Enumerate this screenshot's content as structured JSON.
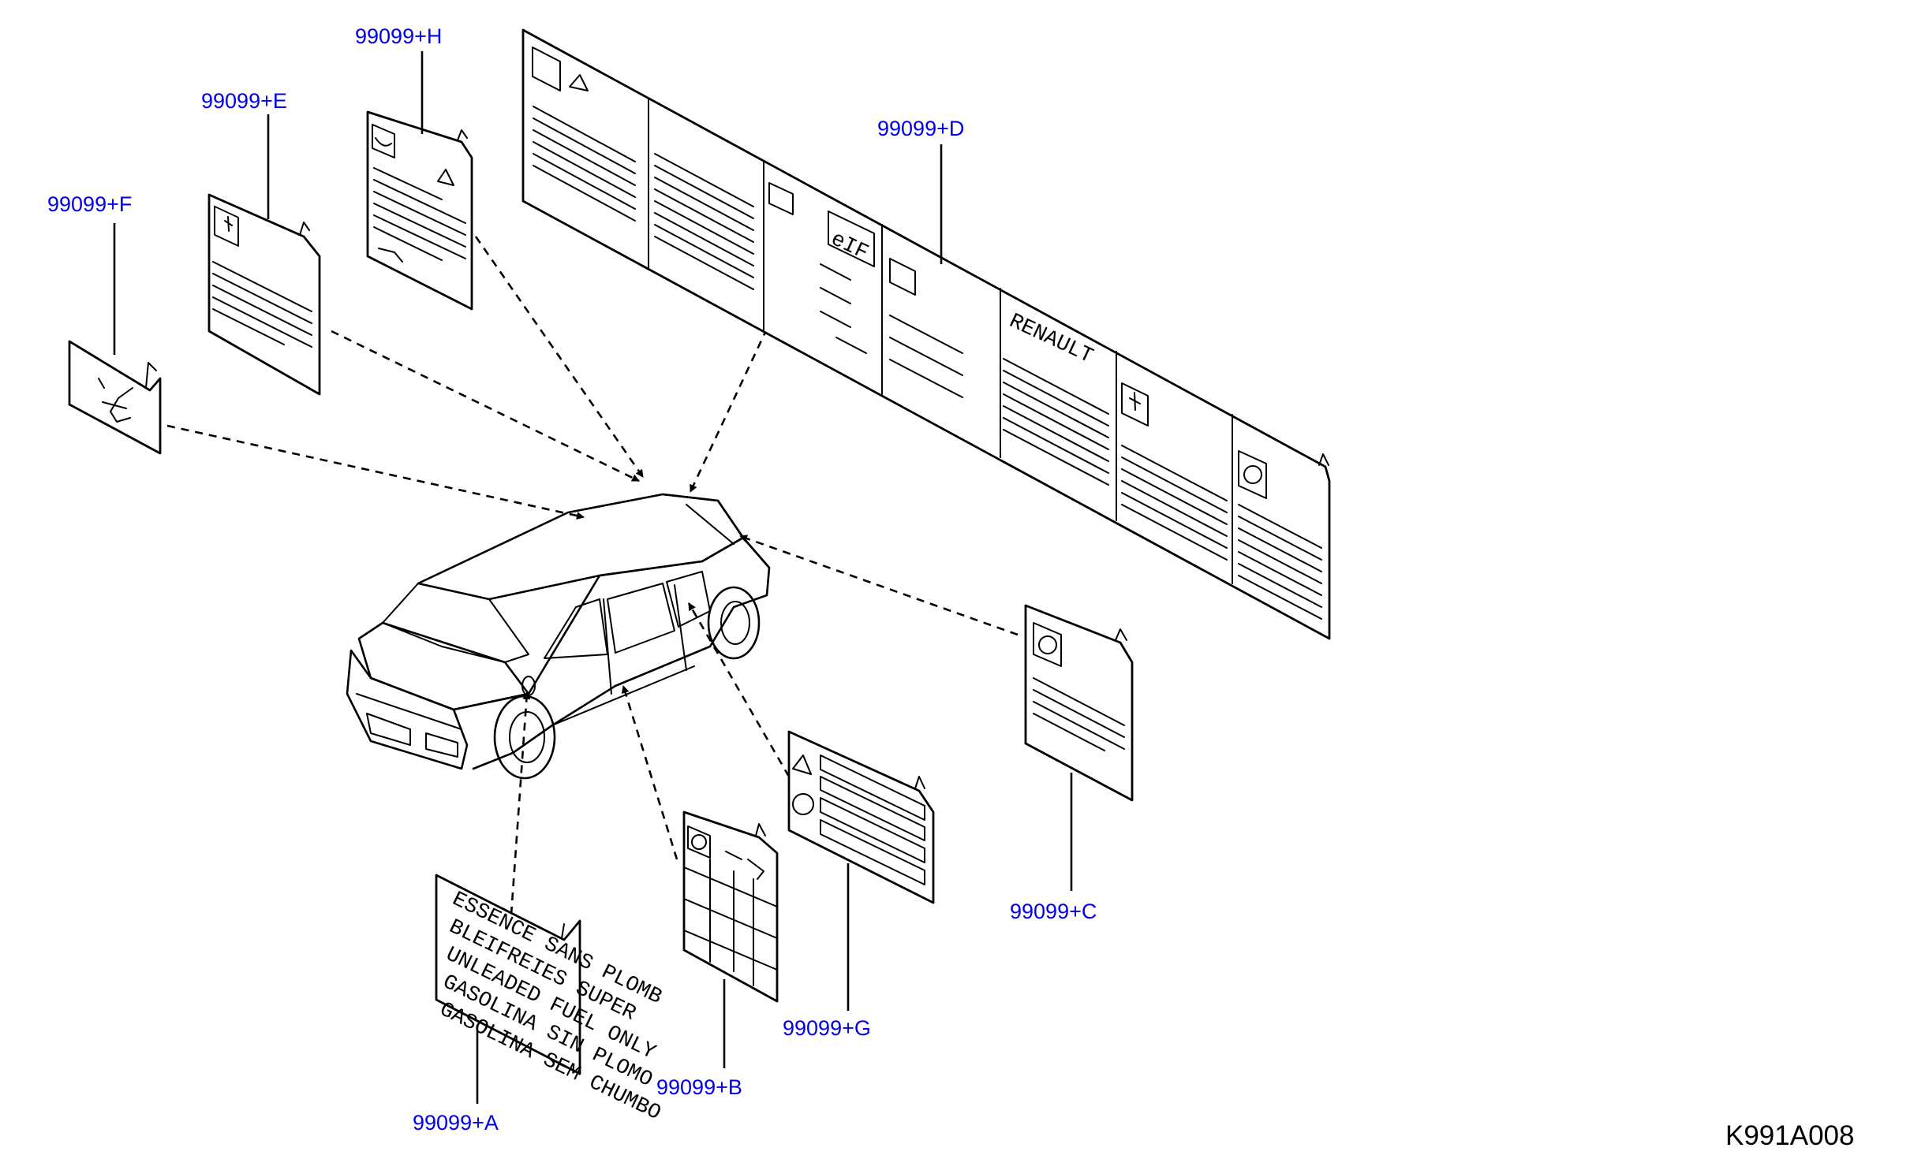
{
  "diagram": {
    "drawing_code": "K991A008",
    "callouts": {
      "a": "99099+A",
      "b": "99099+B",
      "c": "99099+C",
      "d": "99099+D",
      "e": "99099+E",
      "f": "99099+F",
      "g": "99099+G",
      "h": "99099+H"
    },
    "fuel_label_lines": [
      "ESSENCE SANS PLOMB",
      "BLEIFREIES SUPER",
      "UNLEADED FUEL ONLY",
      "GASOLINA SIN PLOMO",
      "GASOLINA SEM CHUMBO"
    ],
    "brand_text": "RENAULT",
    "panel_text": "eIF"
  }
}
